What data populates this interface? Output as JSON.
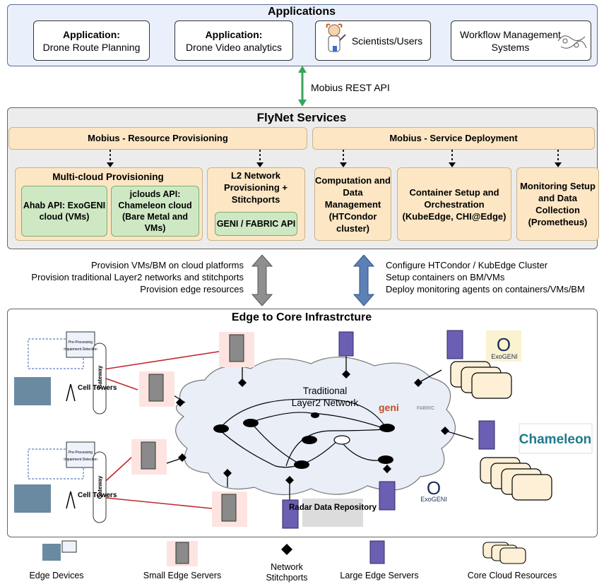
{
  "applications": {
    "title": "Applications",
    "app1_line1": "Application:",
    "app1_line2": "Drone Route Planning",
    "app2_line1": "Application:",
    "app2_line2": "Drone Video analytics",
    "app3": "Scientists/Users",
    "app4_line1": "Workflow Management",
    "app4_line2": "Systems"
  },
  "api_label": "Mobius REST API",
  "flynet": {
    "title": "FlyNet Services",
    "provisioning": "Mobius - Resource Provisioning",
    "deployment": "Mobius - Service Deployment",
    "multicloud": "Multi-cloud Provisioning",
    "ahab": "Ahab API: ExoGENI cloud (VMs)",
    "jclouds": "jclouds API: Chameleon cloud (Bare Metal and VMs)",
    "l2": "L2 Network Provisioning + Stitchports",
    "geni_fabric_api": "GENI / FABRIC API",
    "computation": "Computation and Data Management (HTCondor cluster)",
    "container": "Container Setup and Orchestration (KubeEdge, CHI@Edge)",
    "monitoring": "Monitoring Setup and Data Collection (Prometheus)"
  },
  "middle": {
    "left_lines": [
      "Provision VMs/BM on cloud platforms",
      "Provision traditional Layer2 networks and stitchports",
      "Provision edge resources"
    ],
    "right_lines": [
      "Configure HTCondor / KubEdge Cluster",
      "Setup containers on BM/VMs",
      "Deploy monitoring agents on containers/VMs/BM"
    ]
  },
  "edge": {
    "title": "Edge to Core Infrastrcture",
    "network_line1": "Traditional",
    "network_line2": "Layer2 Network",
    "geni_logo": "geni",
    "fabric_logo": "FABRIC",
    "exogeni_logo": "ExoGENI",
    "chameleon_logo": "Chameleon",
    "cell_towers": "Cell Towers",
    "gateway": "Gateway",
    "preprocessing": "Pre-Processing",
    "impairment": "Impairment Detection",
    "radar": "Radar Data Repository"
  },
  "legend": {
    "edge_devices": "Edge Devices",
    "small_servers": "Small Edge Servers",
    "stitchports_line1": "Network",
    "stitchports_line2": "Stitchports",
    "large_servers": "Large Edge Servers",
    "core_cloud": "Core Cloud Resources"
  },
  "colors": {
    "apps_bg": "#eaf0fb",
    "orange_box": "#fce6c4",
    "green_box": "#cfe8c4",
    "green_arrow": "#3aa35a",
    "grey_arrow": "#8f8f8f",
    "blue_arrow": "#5b81b6",
    "red_link": "#c0282d",
    "server_purple": "#6b5fb3"
  }
}
